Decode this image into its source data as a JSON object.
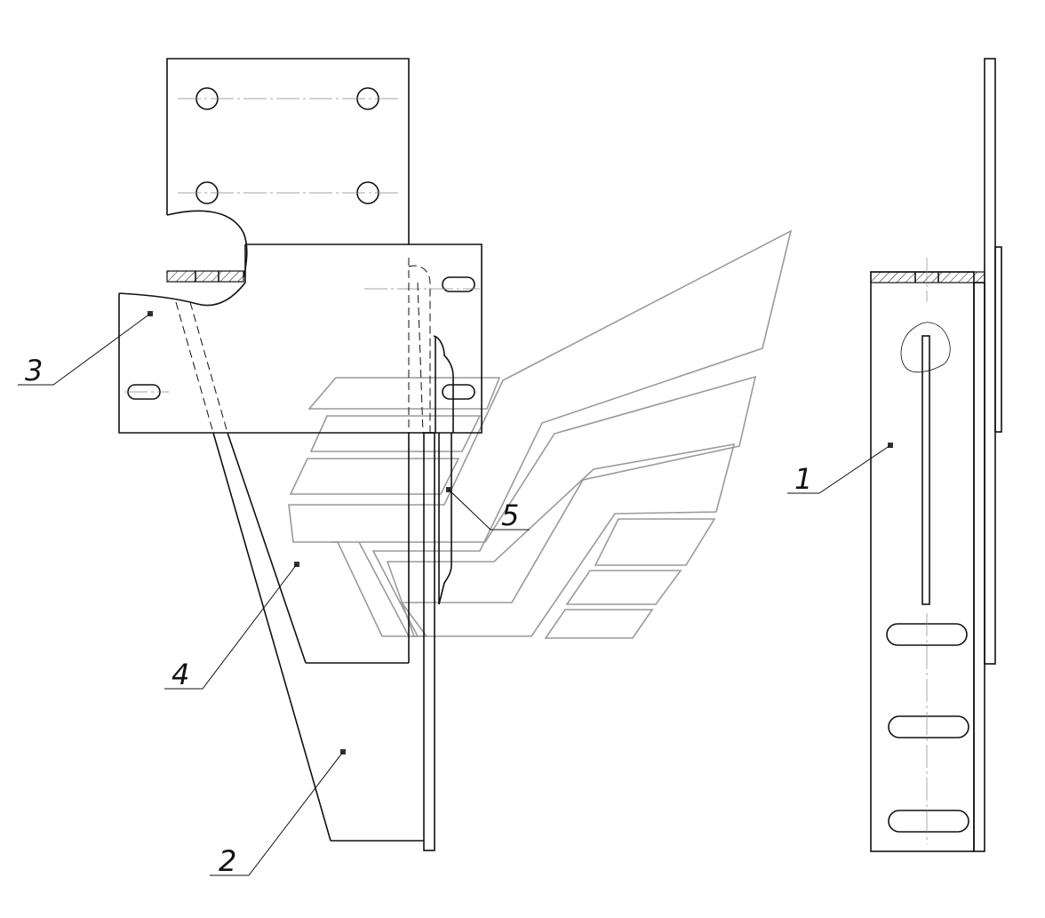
{
  "colors": {
    "line": "#111111",
    "watermark": "#9a9a9a",
    "background": "#ffffff"
  },
  "callouts": [
    {
      "id": "c1",
      "label": "1"
    },
    {
      "id": "c2",
      "label": "2"
    },
    {
      "id": "c3",
      "label": "3"
    },
    {
      "id": "c4",
      "label": "4"
    },
    {
      "id": "c5",
      "label": "5"
    }
  ]
}
